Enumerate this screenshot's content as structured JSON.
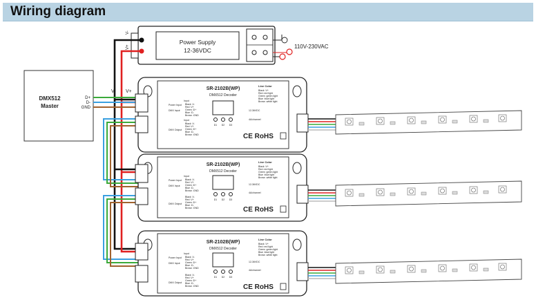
{
  "title": "Wiring diagram",
  "power_supply": {
    "label_line1": "Power Supply",
    "label_line2": "12-36VDC",
    "v_minus": "V-",
    "v_plus": "V+",
    "ac_label": "110V-230VAC"
  },
  "dmx_master": {
    "label_line1": "DMX512",
    "label_line2": "Master",
    "pins": [
      "D+",
      "D-",
      "GND"
    ]
  },
  "bus_labels": {
    "v_minus": "V-",
    "v_plus": "V+"
  },
  "decoder": {
    "model": "SR-2102B(WP)",
    "subtitle": "DMX512 Decoder",
    "input_label": "Input",
    "power_input": "Power Input",
    "dmx_input": "DMX Input",
    "dmx_output": "DMX Output",
    "wire_list_in": [
      "Black  :V-",
      "Red  :V+",
      "Green  :D+",
      "Blue  :D-",
      "Brown  :GND"
    ],
    "wire_list_out": [
      "Black  :V-",
      "Red  :V+",
      "Green  :D+",
      "Blue  :D-",
      "Brown  :GND"
    ],
    "line_color_title": "Line Color",
    "line_colors": [
      "Black  :V+",
      "Red  :red light",
      "Green  :green light",
      "Blue  :blue light",
      "Brown  :white light"
    ],
    "voltage": "12-36VDC",
    "current": "4A/channel",
    "ce_rohs": "CE RoHS",
    "dial_labels": [
      "D1",
      "D2",
      "D3"
    ]
  },
  "colors": {
    "black": "#111111",
    "red": "#e02020",
    "green": "#3aaa3a",
    "blue": "#3aa0e0",
    "brown": "#a0622d",
    "white": "#bbbbbb",
    "title_bar": "#b9d3e3"
  }
}
